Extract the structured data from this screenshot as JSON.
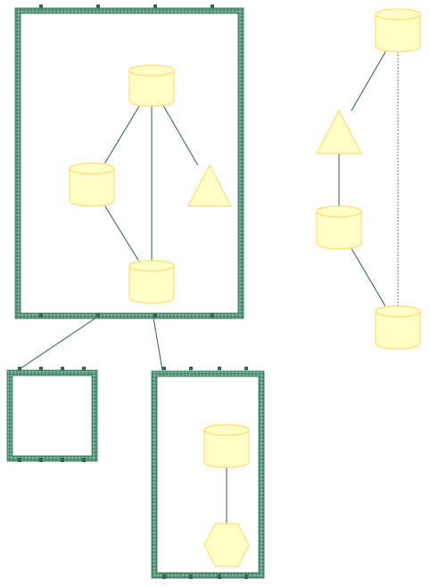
{
  "colors": {
    "frame_green": "#5a9a7e",
    "frame_dark": "#2f6b52",
    "node_fill": "#ffffc6",
    "node_stroke": "#ffdb7b",
    "edge": "#2f5f4c",
    "background": "#ffffff"
  },
  "groups": [
    {
      "id": "group-a"
    },
    {
      "id": "group-b"
    },
    {
      "id": "group-c"
    }
  ],
  "nodes": [
    {
      "id": "a1",
      "shape": "cylinder"
    },
    {
      "id": "a2",
      "shape": "cylinder"
    },
    {
      "id": "a3",
      "shape": "triangle"
    },
    {
      "id": "a4",
      "shape": "cylinder"
    },
    {
      "id": "r1",
      "shape": "cylinder"
    },
    {
      "id": "r2",
      "shape": "triangle"
    },
    {
      "id": "r3",
      "shape": "cylinder"
    },
    {
      "id": "r4",
      "shape": "cylinder"
    },
    {
      "id": "c1",
      "shape": "cylinder"
    },
    {
      "id": "c2",
      "shape": "hexagon"
    }
  ],
  "edges": [
    {
      "from": "a1",
      "to": "a2",
      "style": "solid"
    },
    {
      "from": "a1",
      "to": "a3",
      "style": "solid"
    },
    {
      "from": "a1",
      "to": "a4",
      "style": "solid"
    },
    {
      "from": "a2",
      "to": "a4",
      "style": "solid"
    },
    {
      "from": "r1",
      "to": "r2",
      "style": "solid"
    },
    {
      "from": "r2",
      "to": "r3",
      "style": "solid"
    },
    {
      "from": "r3",
      "to": "r4",
      "style": "solid"
    },
    {
      "from": "r1",
      "to": "r4",
      "style": "dotted"
    },
    {
      "from": "group-a",
      "to": "group-b",
      "style": "solid"
    },
    {
      "from": "group-a",
      "to": "group-c",
      "style": "solid"
    },
    {
      "from": "c1",
      "to": "c2",
      "style": "solid"
    }
  ]
}
